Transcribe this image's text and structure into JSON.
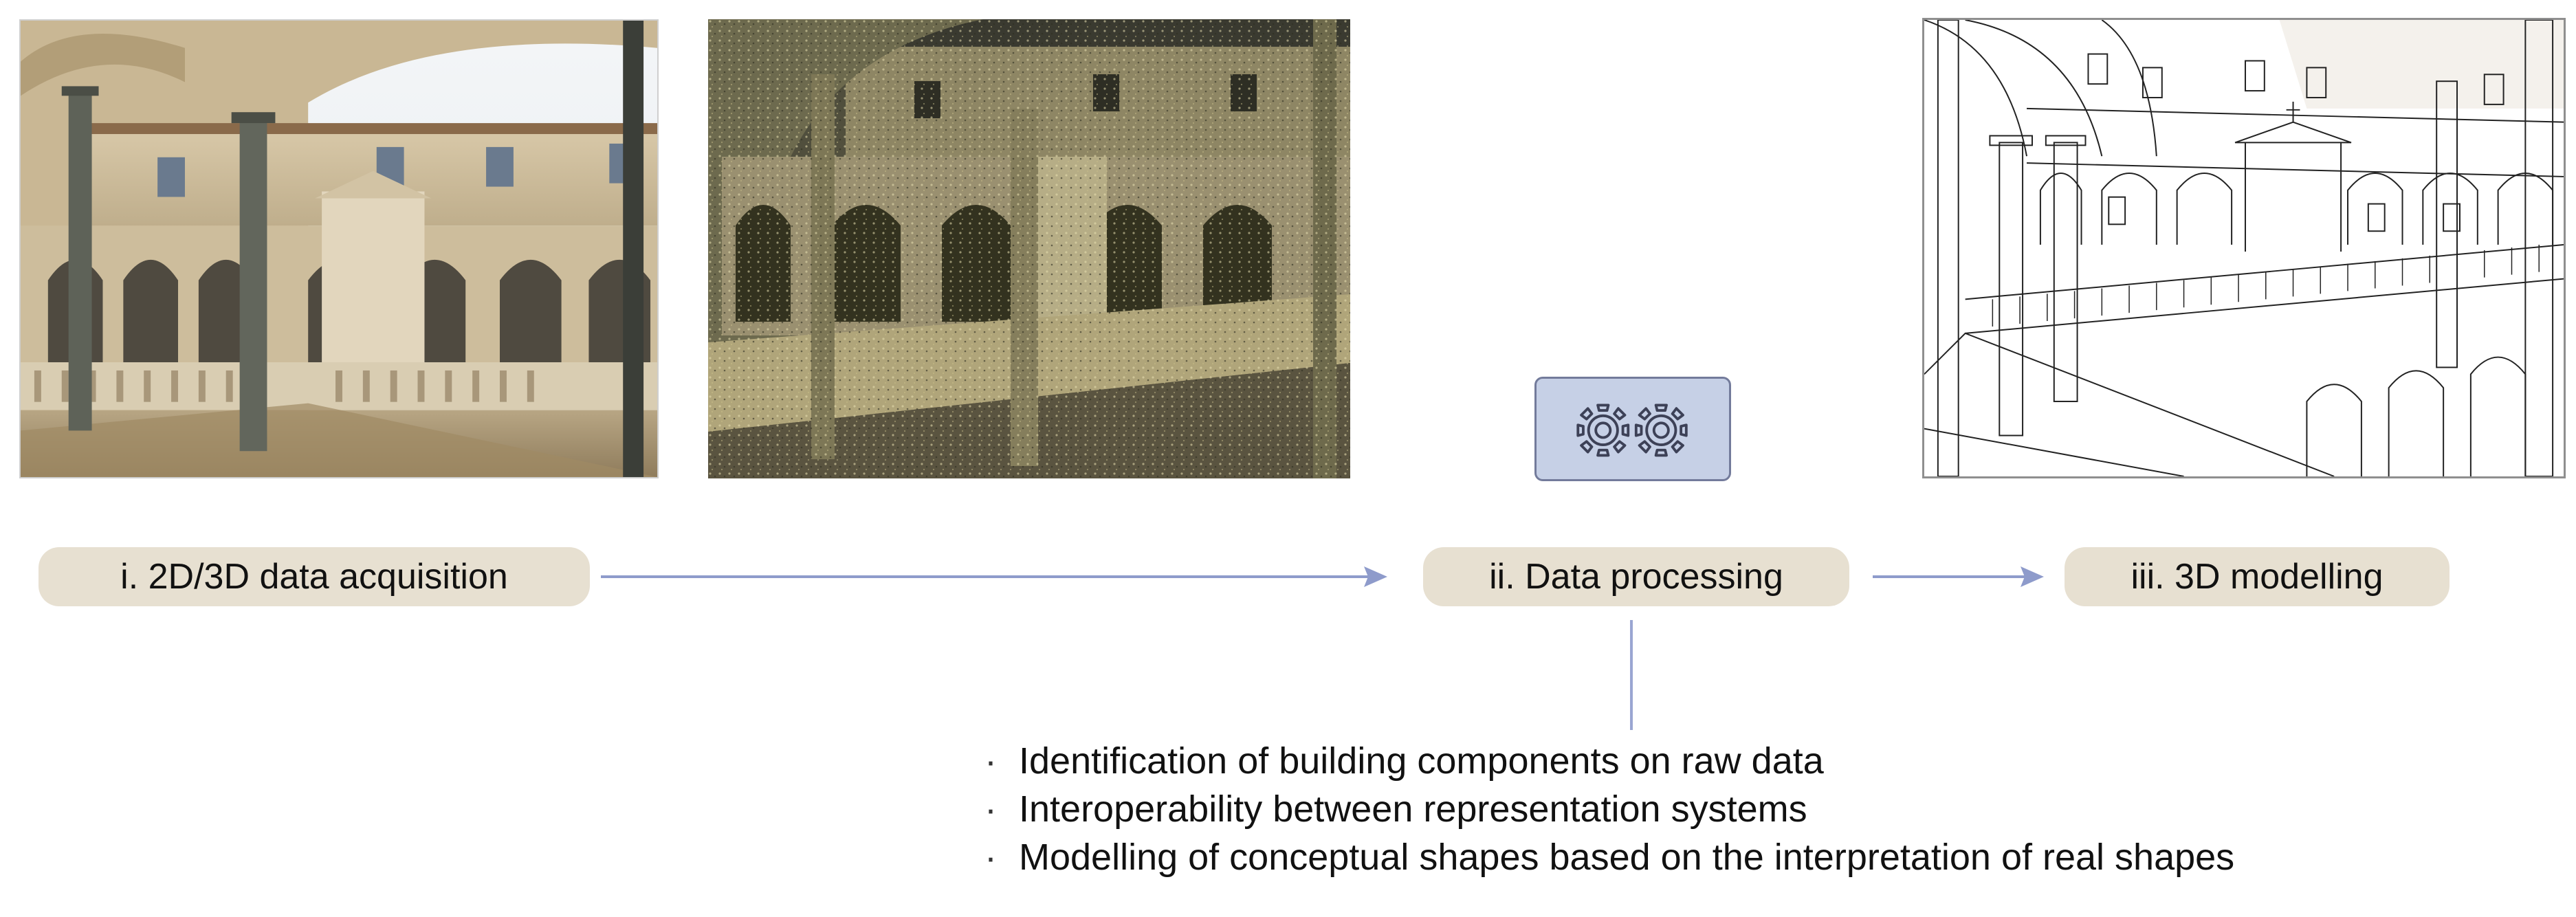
{
  "stages": [
    {
      "label": "i.  2D/3D data acquisition"
    },
    {
      "label": "ii.  Data processing"
    },
    {
      "label": "iii.  3D modelling"
    }
  ],
  "processing_details": [
    "Identification of building components on raw data",
    "Interoperability between representation systems",
    "Modelling of conceptual shapes based on the interpretation of real shapes"
  ],
  "bullet_char": "·",
  "icons": {
    "processing": "gears-icon"
  },
  "images": [
    {
      "depicts": "cloister-photograph"
    },
    {
      "depicts": "point-cloud-render"
    },
    {
      "depicts": "wireframe-3d-model"
    }
  ],
  "colors": {
    "pill_background": "#e7e0d1",
    "arrow": "#8e9bcb",
    "gear_box_fill": "#c6d0e6",
    "gear_box_border": "#737b9b",
    "connector_line": "#9aa6d2"
  }
}
